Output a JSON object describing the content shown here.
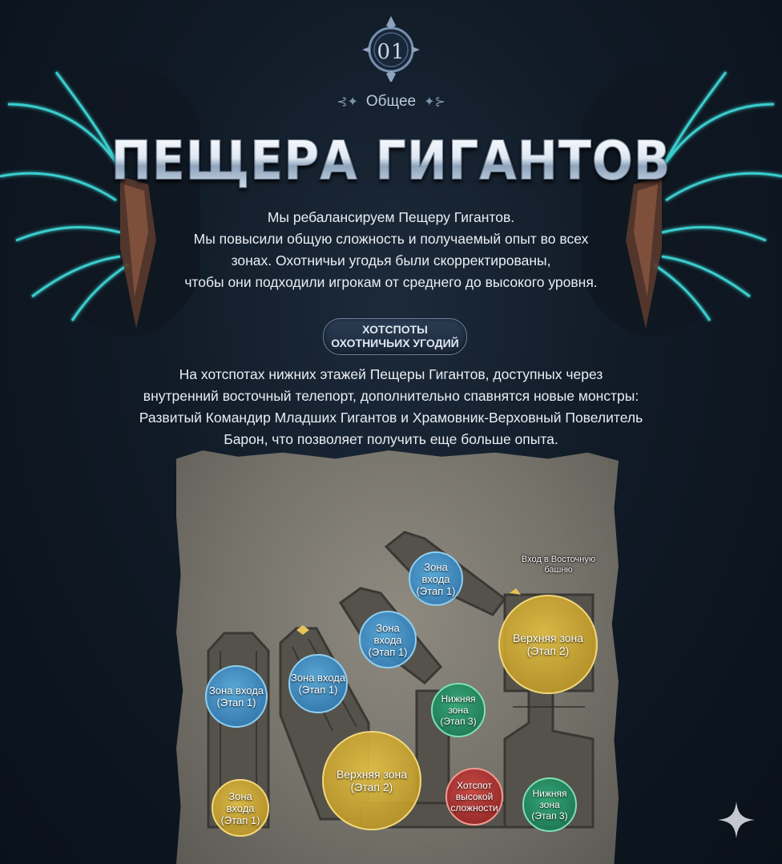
{
  "header": {
    "section_number": "01",
    "category": "Общее",
    "title": "ПЕЩЕРА ГИГАНТОВ"
  },
  "intro": {
    "lines": [
      "Мы ребалансируем Пещеру Гигантов.",
      "Мы повысили общую сложность и получаемый опыт во всех",
      "зонах. Охотничьи угодья были скорректированы,",
      "чтобы они подходили игрокам от среднего до высокого уровня."
    ]
  },
  "badge": {
    "line1": "ХОТСПОТЫ",
    "line2": "ОХОТНИЧЬИХ УГОДИЙ"
  },
  "hotspots": {
    "lines": [
      "На хотспотах нижних этажей Пещеры Гигантов, доступных через",
      "внутренний восточный телепорт, дополнительно спавнятся новые монстры:",
      "Развитый Командир Младших Гигантов и Храмовник-Верховный Повелитель",
      "Барон, что позволяет получить еще больше опыта."
    ]
  },
  "map": {
    "entrance_label": [
      "Вход в Восточную",
      "башню"
    ],
    "zones": [
      {
        "color": "blue",
        "lines": [
          "Зона входа",
          "(Этап 1)"
        ]
      },
      {
        "color": "blue",
        "lines": [
          "Зона входа",
          "(Этап 1)"
        ]
      },
      {
        "color": "blue",
        "lines": [
          "Зона входа",
          "(Этап 1)"
        ]
      },
      {
        "color": "blue",
        "lines": [
          "Зона входа",
          "(Этап 1)"
        ]
      },
      {
        "color": "yellow",
        "lines": [
          "Зона входа",
          "(Этап 1)"
        ]
      },
      {
        "color": "yellow",
        "lines": [
          "Верхняя зона",
          "(Этап 2)"
        ]
      },
      {
        "color": "yellow",
        "lines": [
          "Верхняя зона",
          "(Этап 2)"
        ]
      },
      {
        "color": "green",
        "lines": [
          "Нижняя",
          "зона",
          "(Этап 3)"
        ]
      },
      {
        "color": "green",
        "lines": [
          "Нижняя",
          "зона",
          "(Этап 3)"
        ]
      },
      {
        "color": "red",
        "lines": [
          "Хотспот",
          "высокой",
          "сложности"
        ]
      }
    ]
  },
  "colors": {
    "background": "#101a26",
    "glow": "#3fe0e0",
    "blue_zone": "#3b8fcf",
    "yellow_zone": "#d7b23c",
    "green_zone": "#23936a",
    "red_zone": "#b73a36"
  },
  "icons": {
    "emblem": "emblem-icon",
    "flourish": "flourish-icon",
    "sparkle": "sparkle-icon"
  }
}
